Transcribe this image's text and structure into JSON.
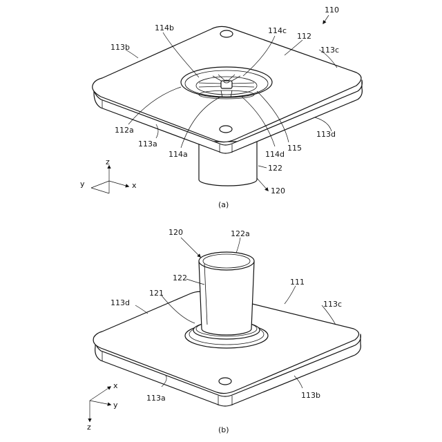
{
  "figure_a": {
    "ref_assembly": "110",
    "label_112": "112",
    "label_113a": "113a",
    "label_113b": "113b",
    "label_113c": "113c",
    "label_113d": "113d",
    "label_114a": "114a",
    "label_114b": "114b",
    "label_114c": "114c",
    "label_114d": "114d",
    "label_115": "115",
    "label_112a": "112a",
    "label_122": "122",
    "label_120": "120",
    "axis_z": "z",
    "axis_y": "y",
    "axis_x": "x",
    "caption": "(a)"
  },
  "figure_b": {
    "label_120": "120",
    "label_122a": "122a",
    "label_122": "122",
    "label_121": "121",
    "label_111": "111",
    "label_113a": "113a",
    "label_113b": "113b",
    "label_113c": "113c",
    "label_113d": "113d",
    "axis_x": "x",
    "axis_y": "y",
    "axis_z": "z",
    "caption": "(b)"
  }
}
